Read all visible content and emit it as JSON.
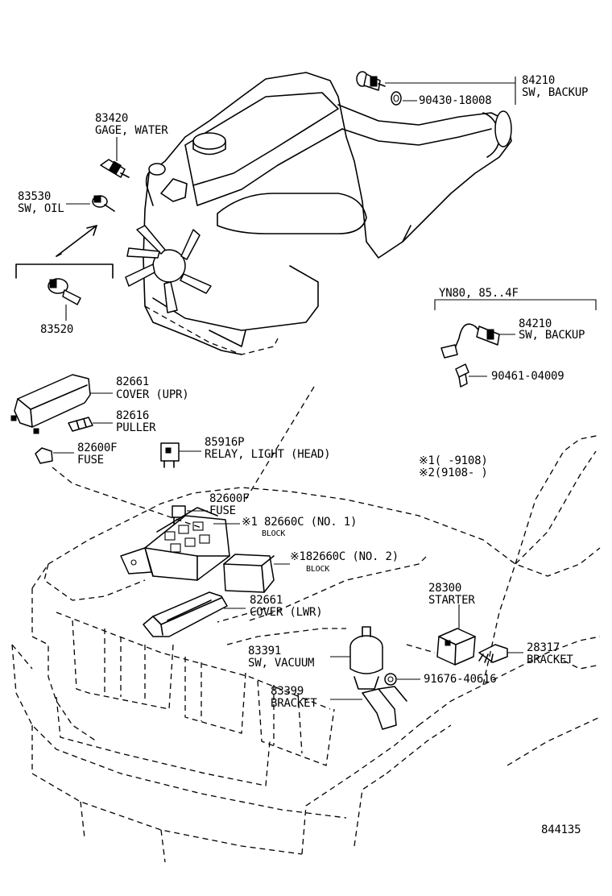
{
  "labels": {
    "gage_water_no": "83420",
    "gage_water_name": "GAGE, WATER",
    "sw_oil_no": "83530",
    "sw_oil_name": "SW, OIL",
    "sw_oil_alt_no": "83520",
    "sw_backup_no": "84210",
    "sw_backup_name": "SW, BACKUP",
    "gasket_no": "90430-18008",
    "variant_header": "YN80, 85..4F",
    "sw_backup2_no": "84210",
    "sw_backup2_name": "SW, BACKUP",
    "clip_no": "90461-04009",
    "cover_upr_no": "82661",
    "cover_upr_name": "COVER (UPR)",
    "puller_no": "82616",
    "puller_name": "PULLER",
    "fuse_no": "82600F",
    "fuse_name": "FUSE",
    "relay_no": "85916P",
    "relay_name": "RELAY, LIGHT (HEAD)",
    "footnote_1": "※1(     -9108)",
    "footnote_2": "※2(9108-     )",
    "fuse2_no": "82600F",
    "fuse2_name": "FUSE",
    "block1_no": "※1 82660C (NO. 1)",
    "block1_name": "BLOCK",
    "block2_no": "※182660C (NO. 2)",
    "block2_name": "BLOCK",
    "cover_lwr_no": "82661",
    "cover_lwr_name": "COVER (LWR)",
    "starter_no": "28300",
    "starter_name": "STARTER",
    "sw_vacuum_no": "83391",
    "sw_vacuum_name": "SW, VACUUM",
    "bracket_no": "28317",
    "bracket_name": "BRACKET",
    "nut_no": "91676-40616",
    "bracket2_no": "83399",
    "bracket2_name": "BRACKET",
    "figure_no": "844135"
  }
}
